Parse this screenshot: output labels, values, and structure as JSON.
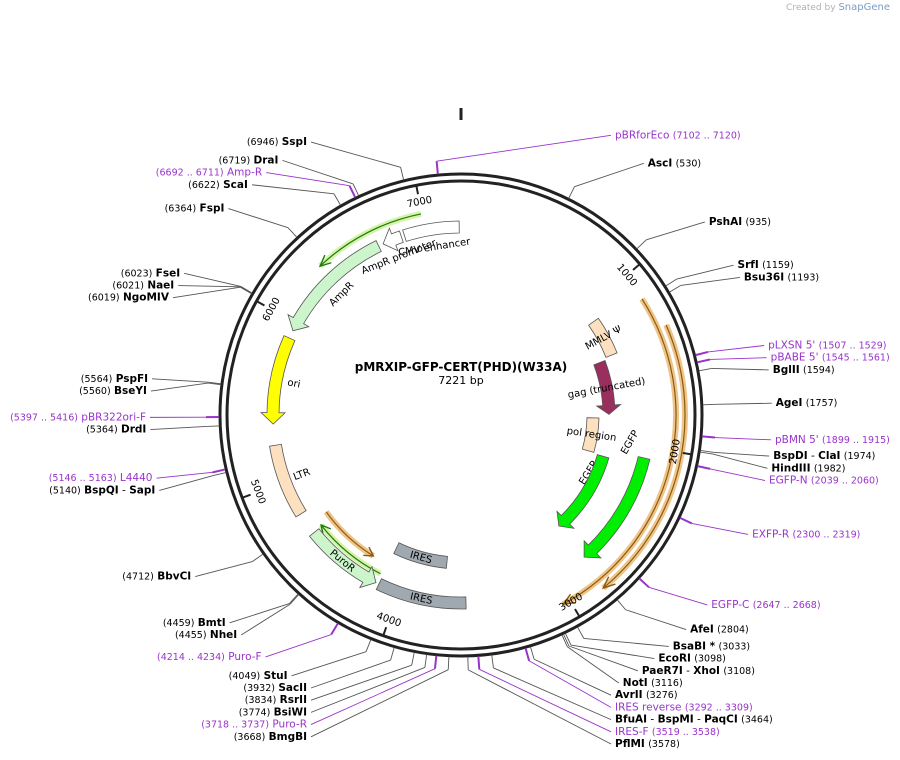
{
  "credit": {
    "prefix": "Created by",
    "brand": "SnapGene"
  },
  "plasmid": {
    "name": "pMRXIP-GFP-CERT(PHD)(W33A)",
    "length_label": "7221 bp",
    "length": 7221
  },
  "ticks": [
    {
      "bp": 1000,
      "label": "1000"
    },
    {
      "bp": 2000,
      "label": "2000"
    },
    {
      "bp": 3000,
      "label": "3000"
    },
    {
      "bp": 4000,
      "label": "4000"
    },
    {
      "bp": 5000,
      "label": "5000"
    },
    {
      "bp": 6000,
      "label": "6000"
    },
    {
      "bp": 7000,
      "label": "7000"
    }
  ],
  "features": [
    {
      "name": "CMV enhancer",
      "start": 6870,
      "end": 7210,
      "ring": 1,
      "color": "#ffffff",
      "dir": 0
    },
    {
      "name": "AmpR promoter",
      "start": 6730,
      "end": 6850,
      "ring": 1,
      "color": "#ffffff",
      "dir": -1
    },
    {
      "name": "AmpR",
      "start": 5950,
      "end": 6700,
      "ring": 1,
      "color": "#ccf5cc",
      "dir": -1
    },
    {
      "name": "ori",
      "start": 5360,
      "end": 5900,
      "ring": 1,
      "color": "#ffff00",
      "dir": -1
    },
    {
      "name": "LTR",
      "start": 4780,
      "end": 5230,
      "ring": 1,
      "color": "#fde0c0",
      "dir": 0
    },
    {
      "name": "PuroR",
      "start": 4150,
      "end": 4640,
      "ring": 1,
      "color": "#ccf5cc",
      "dir": -1
    },
    {
      "name": "IRES",
      "start": 3580,
      "end": 4130,
      "ring": 1,
      "color": "#a0a8b0",
      "dir": 0
    },
    {
      "name": "IRES",
      "start": 3720,
      "end": 4130,
      "ring": 3,
      "color": "#a0a8b0",
      "dir": 0
    },
    {
      "name": "EGFP",
      "start": 2070,
      "end": 2790,
      "ring": 1,
      "color": "#00ee00",
      "dir": 1
    },
    {
      "name": "EGFP",
      "start": 2130,
      "end": 2780,
      "ring": 3,
      "color": "#00ee00",
      "dir": 1
    },
    {
      "name": "MMLV Ψ",
      "start": 1100,
      "end": 1370,
      "ring": 2,
      "color": "#fde0c0",
      "dir": 0
    },
    {
      "name": "gag (truncated)",
      "start": 1390,
      "end": 1800,
      "ring": 3,
      "color": "#9a2f5e",
      "dir": 1
    },
    {
      "name": "pol region",
      "start": 1830,
      "end": 2120,
      "ring": 4,
      "color": "#fde0c0",
      "dir": 0
    }
  ],
  "enzymes": [
    {
      "name": "AscI",
      "pos": "(530)",
      "bp": 530
    },
    {
      "name": "PshAI",
      "pos": "(935)",
      "bp": 935
    },
    {
      "name": "SrfI",
      "pos": "(1159)",
      "bp": 1159
    },
    {
      "name": "Bsu36I",
      "pos": "(1193)",
      "bp": 1193
    },
    {
      "name": "BglII",
      "pos": "(1594)",
      "bp": 1594
    },
    {
      "name": "AgeI",
      "pos": "(1757)",
      "bp": 1757
    },
    {
      "name": "BspDI",
      "name2": "ClaI",
      "pos": "(1974)",
      "bp": 1974
    },
    {
      "name": "HindIII",
      "pos": "(1982)",
      "bp": 1982
    },
    {
      "name": "AfeI",
      "pos": "(2804)",
      "bp": 2804
    },
    {
      "name": "BsaBI *",
      "pos": "(3033)",
      "bp": 3033
    },
    {
      "name": "EcoRI",
      "pos": "(3098)",
      "bp": 3098
    },
    {
      "name": "PaeR7I",
      "name2": "XhoI",
      "pos": "(3108)",
      "bp": 3108
    },
    {
      "name": "NotI",
      "pos": "(3116)",
      "bp": 3116
    },
    {
      "name": "AvrII",
      "pos": "(3276)",
      "bp": 3276
    },
    {
      "name": "BfuAI",
      "name2": "BspMI",
      "name3": "PaqCI",
      "pos": "(3464)",
      "bp": 3464
    },
    {
      "name": "PflMI",
      "pos": "(3578)",
      "bp": 3578
    },
    {
      "name": "BmgBI",
      "pos": "(3668)",
      "bp": 3668
    },
    {
      "name": "BsiWI",
      "pos": "(3774)",
      "bp": 3774
    },
    {
      "name": "RsrII",
      "pos": "(3834)",
      "bp": 3834
    },
    {
      "name": "SacII",
      "pos": "(3932)",
      "bp": 3932
    },
    {
      "name": "StuI",
      "pos": "(4049)",
      "bp": 4049
    },
    {
      "name": "NheI",
      "pos": "(4455)",
      "bp": 4455
    },
    {
      "name": "BmtI",
      "pos": "(4459)",
      "bp": 4459
    },
    {
      "name": "BbvCI",
      "pos": "(4712)",
      "bp": 4712
    },
    {
      "name": "BspQI",
      "name2": "SapI",
      "pos": "(5140)",
      "bp": 5140
    },
    {
      "name": "DrdI",
      "pos": "(5364)",
      "bp": 5364
    },
    {
      "name": "BseYI",
      "pos": "(5560)",
      "bp": 5560
    },
    {
      "name": "PspFI",
      "pos": "(5564)",
      "bp": 5564
    },
    {
      "name": "NgoMIV",
      "pos": "(6019)",
      "bp": 6019
    },
    {
      "name": "NaeI",
      "pos": "(6021)",
      "bp": 6021
    },
    {
      "name": "FseI",
      "pos": "(6023)",
      "bp": 6023
    },
    {
      "name": "FspI",
      "pos": "(6364)",
      "bp": 6364
    },
    {
      "name": "ScaI",
      "pos": "(6622)",
      "bp": 6622
    },
    {
      "name": "DraI",
      "pos": "(6719)",
      "bp": 6719
    },
    {
      "name": "SspI",
      "pos": "(6946)",
      "bp": 6946
    }
  ],
  "primers": [
    {
      "name": "pBRforEco",
      "range": "(7102 .. 7120)",
      "bp": 7111
    },
    {
      "name": "pLXSN 5'",
      "range": "(1507 .. 1529)",
      "bp": 1518
    },
    {
      "name": "pBABE 5'",
      "range": "(1545 .. 1561)",
      "bp": 1553
    },
    {
      "name": "pBMN 5'",
      "range": "(1899 .. 1915)",
      "bp": 1907
    },
    {
      "name": "EGFP-N",
      "range": "(2039 .. 2060)",
      "bp": 2050
    },
    {
      "name": "EXFP-R",
      "range": "(2300 .. 2319)",
      "bp": 2310
    },
    {
      "name": "EGFP-C",
      "range": "(2647 .. 2668)",
      "bp": 2658
    },
    {
      "name": "IRES reverse",
      "range": "(3292 .. 3309)",
      "bp": 3300
    },
    {
      "name": "IRES-F",
      "range": "(3519 .. 3538)",
      "bp": 3528
    },
    {
      "name": "Puro-R",
      "range": "(3718 .. 3737)",
      "bp": 3728
    },
    {
      "name": "Puro-F",
      "range": "(4214 .. 4234)",
      "bp": 4224
    },
    {
      "name": "L4440",
      "range": "(5146 .. 5163)",
      "bp": 5155
    },
    {
      "name": "pBR322ori-F",
      "range": "(5397 .. 5416)",
      "bp": 5406
    },
    {
      "name": "Amp-R",
      "range": "(6692 .. 6711)",
      "bp": 6701
    }
  ],
  "colors": {
    "primer": "#9933cc",
    "orf": "#e8b060",
    "orf_line": "#8a5a10",
    "green_orf": "#1a7a10",
    "backbone": "#222222"
  }
}
